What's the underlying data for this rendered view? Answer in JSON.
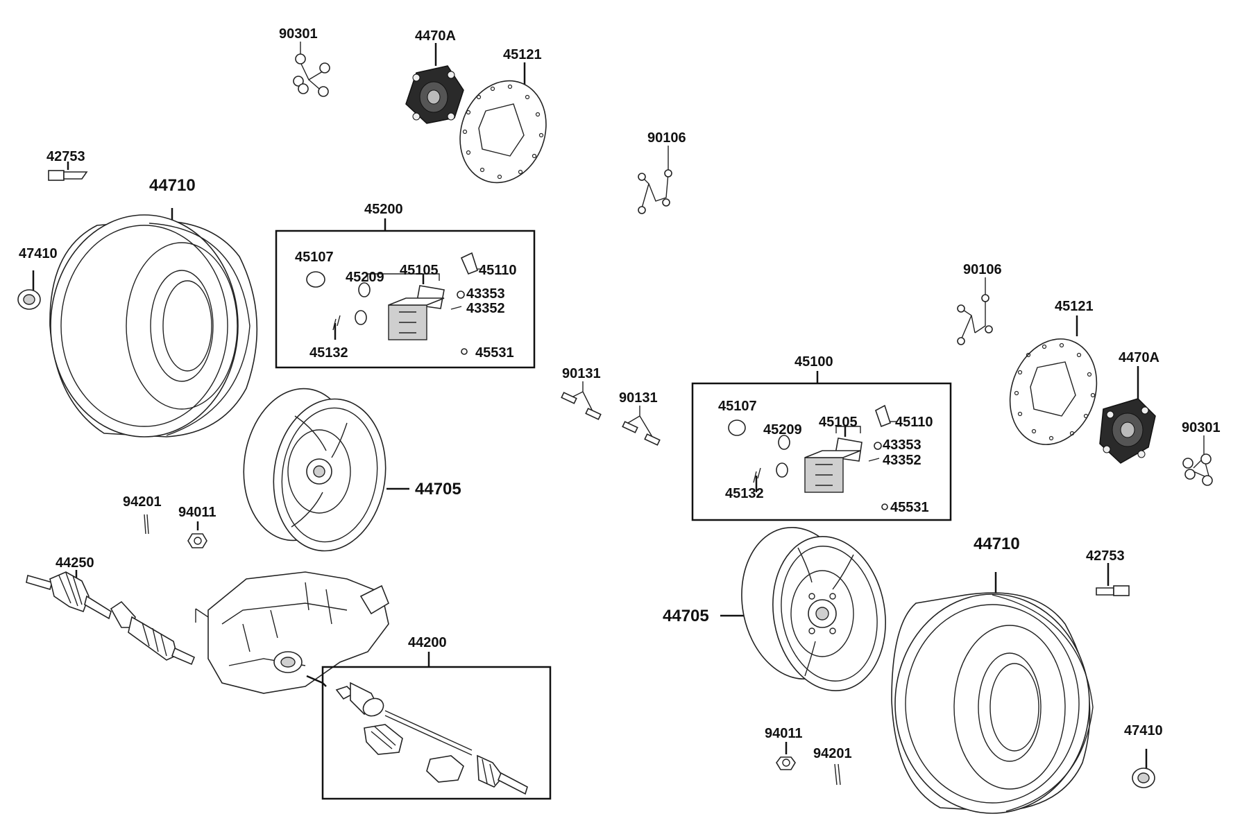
{
  "labels": {
    "l_90301_top": "90301",
    "l_4470A_top": "4470A",
    "l_45121_top": "45121",
    "l_42753_left": "42753",
    "l_44710_left": "44710",
    "l_47410_left": "47410",
    "l_45200": "45200",
    "l_45107_a": "45107",
    "l_45209_a": "45209",
    "l_45105_a": "45105",
    "l_45110_a": "45110",
    "l_43353_a": "43353",
    "l_43352_a": "43352",
    "l_45132_a": "45132",
    "l_45531_a": "45531",
    "l_90106_top": "90106",
    "l_90131_a": "90131",
    "l_90131_b": "90131",
    "l_44705_left": "44705",
    "l_94201_left": "94201",
    "l_94011_left": "94011",
    "l_44250": "44250",
    "l_44200": "44200",
    "l_90106_right": "90106",
    "l_45121_right": "45121",
    "l_4470A_right": "4470A",
    "l_90301_right": "90301",
    "l_45100": "45100",
    "l_45107_b": "45107",
    "l_45209_b": "45209",
    "l_45105_b": "45105",
    "l_45110_b": "45110",
    "l_43353_b": "43353",
    "l_43352_b": "43352",
    "l_45132_b": "45132",
    "l_45531_b": "45531",
    "l_44710_right": "44710",
    "l_42753_right": "42753",
    "l_44705_right": "44705",
    "l_94011_right": "94011",
    "l_94201_right": "94201",
    "l_47410_right": "47410"
  }
}
